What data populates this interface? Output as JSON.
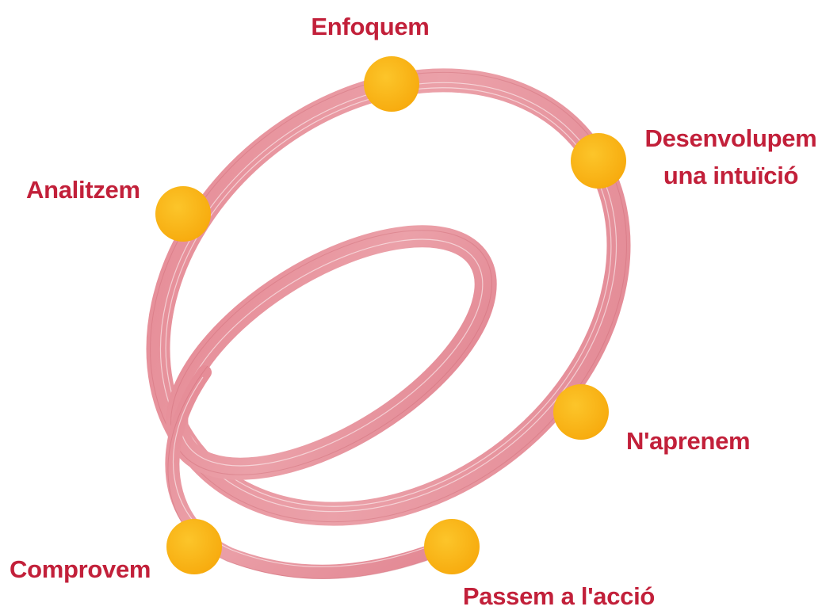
{
  "colors": {
    "ring": "#e7939c",
    "ring_light": "#f2bcc2",
    "ring_dark": "#d5707c",
    "dot": "#fbb617",
    "label": "#c2203a"
  },
  "steps": [
    {
      "id": "enfoquem",
      "label": "Enfoquem",
      "icon": "yellow-dot"
    },
    {
      "id": "desenvolupem",
      "label_line1": "Desenvolupem",
      "label_line2": "una intuïció",
      "icon": "yellow-dot"
    },
    {
      "id": "naprenem",
      "label": "N'aprenem",
      "icon": "yellow-dot"
    },
    {
      "id": "passem",
      "label": "Passem a l'acció",
      "icon": "yellow-dot"
    },
    {
      "id": "comprovem",
      "label": "Comprovem",
      "icon": "yellow-dot"
    },
    {
      "id": "analitzem",
      "label": "Analitzem",
      "icon": "yellow-dot"
    }
  ]
}
